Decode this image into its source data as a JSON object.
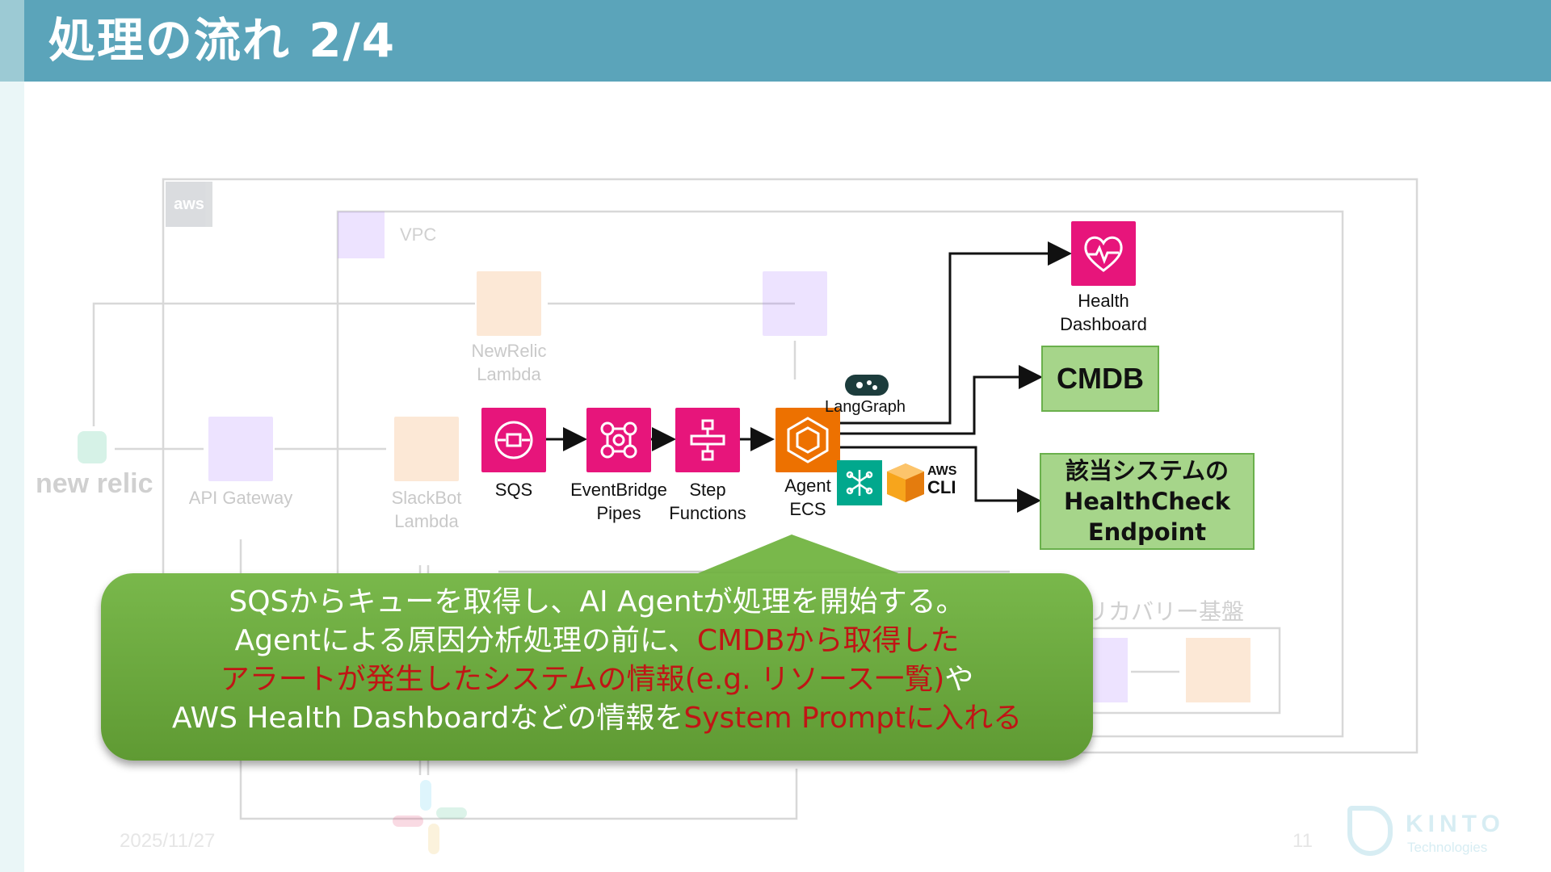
{
  "slide": {
    "title": "処理の流れ 2/4",
    "date": "2025/11/27",
    "page_number": "11",
    "logo": {
      "name": "KINTO",
      "sub": "Technologies"
    }
  },
  "diagram": {
    "aws_badge": "aws",
    "vpc_label": "VPC",
    "recovery_label": "リカバリー基盤",
    "newrelic_logo": "new relic",
    "faded_services": {
      "api_gateway": "API Gateway",
      "slackbot_lambda": "SlackBot Lambda",
      "newrelic_lambda": "NewRelic Lambda"
    },
    "services": {
      "sqs": "SQS",
      "eventbridge_pipes": "EventBridge Pipes",
      "step_functions": "Step Functions",
      "agent_ecs": "Agent ECS",
      "health_dashboard": "Health Dashboard",
      "langgraph": "LangGraph",
      "aws_cli_top": "AWS",
      "aws_cli_bottom": "CLI"
    },
    "targets": {
      "cmdb": "CMDB",
      "healthcheck_line1": "該当システムの",
      "healthcheck_line2": "HealthCheck",
      "healthcheck_line3": "Endpoint"
    }
  },
  "callout": {
    "line1": "SQSからキューを取得し、AI Agentが処理を開始する。",
    "line2_a": "Agentによる原因分析処理の前に、",
    "line2_b": "CMDBから取得した",
    "line3": "アラートが発生したシステムの情報(e.g. リソース一覧)",
    "line3_b": "や",
    "line4_a": "AWS Health Dashboardなどの情報を",
    "line4_b": "System Promptに入れる"
  },
  "colors": {
    "header": "#5ba4ba",
    "service_pink": "#e7157b",
    "service_orange": "#ed7100",
    "target_green": "#a6d58a",
    "callout_green": "#6aa83d",
    "highlight_red": "#c01515"
  }
}
